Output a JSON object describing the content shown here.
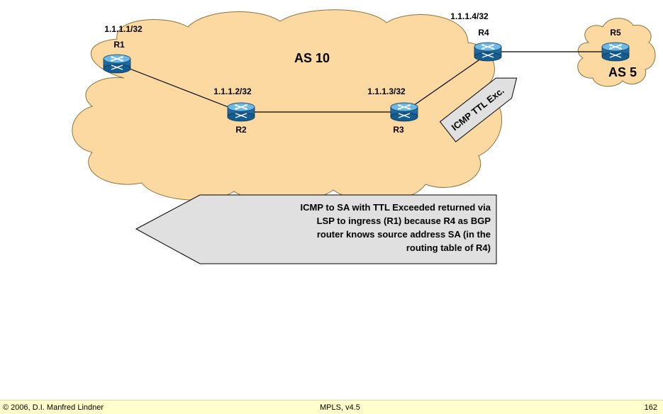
{
  "as_main": {
    "label": "AS 10",
    "color": "#fcd9a0"
  },
  "as_remote": {
    "label": "AS 5",
    "color": "#fcd9a0"
  },
  "routers": [
    {
      "id": "R1",
      "label": "R1",
      "address": "1.1.1.1/32"
    },
    {
      "id": "R2",
      "label": "R2",
      "address": "1.1.1.2/32"
    },
    {
      "id": "R3",
      "label": "R3",
      "address": "1.1.1.3/32"
    },
    {
      "id": "R4",
      "label": "R4",
      "address": "1.1.1.4/32"
    },
    {
      "id": "R5",
      "label": "R5",
      "address": ""
    }
  ],
  "icmp_tag": {
    "label": "ICMP TTL Exc."
  },
  "callout": {
    "lines": [
      "ICMP to SA with TTL Exceeded returned via",
      "LSP to ingress (R1) because R4 as BGP",
      "router knows source address SA  (in the",
      "routing table of R4)"
    ]
  },
  "footer": {
    "left": "© 2006, D.I. Manfred Lindner",
    "center": "MPLS, v4.5",
    "right": "162"
  },
  "colors": {
    "router_body": "#1e6fa8",
    "router_top": "#5fb0e0",
    "callout_fill": "#e0e0e0",
    "footer_bg": "#ffffcc"
  }
}
